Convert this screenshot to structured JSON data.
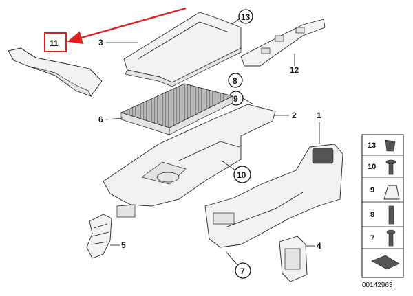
{
  "callouts": {
    "c1": "1",
    "c2": "2",
    "c3": "3",
    "c4": "4",
    "c5": "5",
    "c6": "6",
    "c7": "7",
    "c8": "8",
    "c9": "9",
    "c10": "10",
    "c11": "11",
    "c12": "12",
    "c13": "13"
  },
  "legend": {
    "items": [
      "13",
      "10",
      "9",
      "8",
      "7"
    ]
  },
  "diagram_id": "00142963",
  "colors": {
    "highlight": "#e02020",
    "line": "#111111"
  }
}
